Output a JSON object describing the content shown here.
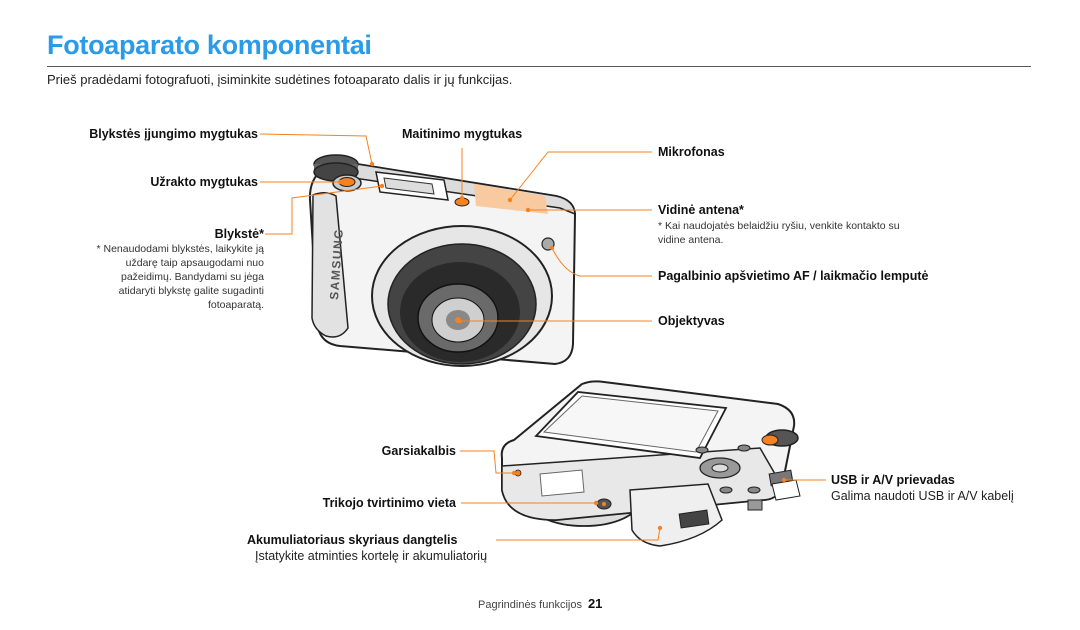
{
  "page": {
    "title": "Fotoaparato komponentai",
    "intro": "Prieš pradėdami fotografuoti, įsiminkite sudėtines fotoaparato dalis ir jų funkcijas."
  },
  "front_view": {
    "labels": {
      "flash_button": "Blykstės įjungimo mygtukas",
      "shutter": "Užrakto mygtukas",
      "flash": "Blykstė*",
      "power": "Maitinimo mygtukas",
      "mic": "Mikrofonas",
      "antenna": "Vidinė antena*",
      "af_lamp": "Pagalbinio apšvietimo AF / laikmačio lemputė",
      "lens": "Objektyvas"
    },
    "notes": {
      "flash_note": "* Nenaudodami blykstės, laikykite ją uždarę taip apsaugodami nuo pažeidimų. Bandydami su jėga atidaryti blykstę galite sugadinti fotoaparatą.",
      "antenna_note": "* Kai naudojatės belaidžiu ryšiu, venkite kontakto su vidine antena."
    },
    "brand": "SAMSUNG"
  },
  "bottom_view": {
    "labels": {
      "speaker": "Garsiakalbis",
      "tripod": "Trikojo tvirtinimo vieta",
      "battery_cover": "Akumuliatoriaus skyriaus dangtelis",
      "usb": "USB ir A/V prievadas"
    },
    "descriptions": {
      "battery_cover": "Įstatykite atminties kortelę ir akumuliatorių",
      "usb": "Galima naudoti USB ir A/V kabelį"
    }
  },
  "footer": {
    "section": "Pagrindinės funkcijos",
    "page_number": "21"
  },
  "colors": {
    "title": "#2b9be8",
    "callout": "#f58220",
    "highlight": "#f9c9a0"
  }
}
